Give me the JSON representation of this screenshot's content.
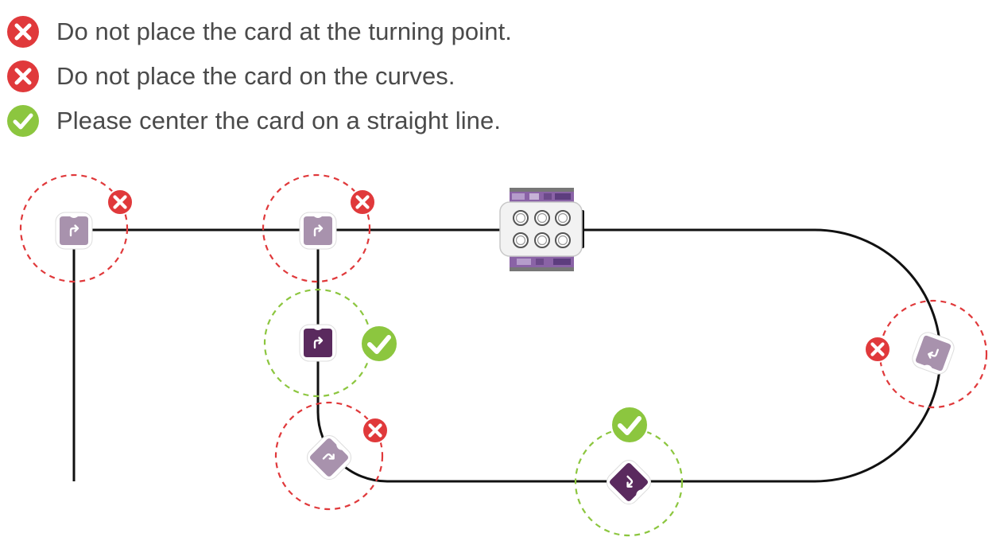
{
  "legend": {
    "rules": [
      {
        "status": "wrong",
        "icon": "x-circle-icon",
        "text": "Do not place the card at the turning point."
      },
      {
        "status": "wrong",
        "icon": "x-circle-icon",
        "text": "Do not place the card on the curves."
      },
      {
        "status": "right",
        "icon": "check-circle-icon",
        "text": "Please center the card on a straight line."
      }
    ]
  },
  "colors": {
    "wrong": "#e0393b",
    "right": "#8cc63f",
    "track": "#111111",
    "card_correct": "#5a2a5e",
    "card_incorrect": "#a892ad",
    "robot_body": "#f2f2f2",
    "robot_accent": "#8a63a6",
    "text": "#4a4a4a"
  },
  "diagram": {
    "cards": [
      {
        "id": "card-1",
        "status": "wrong",
        "icon": "turn-right-arrow-icon"
      },
      {
        "id": "card-2",
        "status": "wrong",
        "icon": "turn-right-arrow-icon"
      },
      {
        "id": "card-3",
        "status": "right",
        "icon": "turn-right-arrow-icon"
      },
      {
        "id": "card-4",
        "status": "wrong",
        "icon": "turn-right-arrow-icon"
      },
      {
        "id": "card-5",
        "status": "right",
        "icon": "turn-right-arrow-icon"
      },
      {
        "id": "card-6",
        "status": "wrong",
        "icon": "turn-right-arrow-icon"
      }
    ],
    "robot": {
      "icon": "robot-icon"
    }
  }
}
